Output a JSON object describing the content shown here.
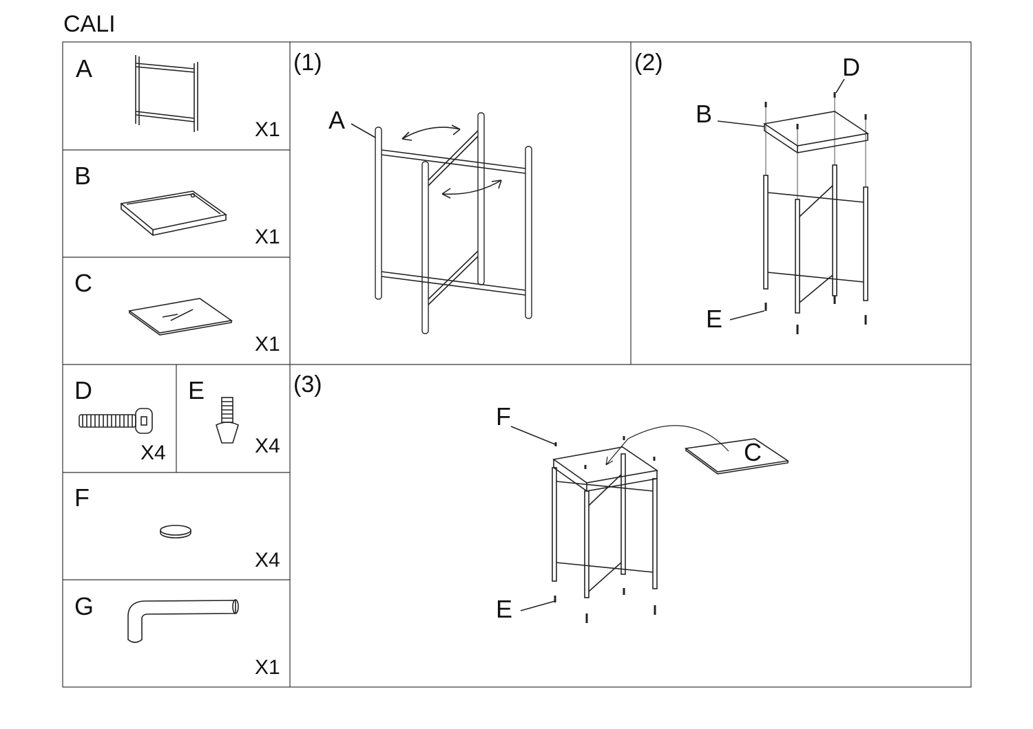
{
  "title": "CALI",
  "parts": [
    {
      "letter": "A",
      "qty": "X1"
    },
    {
      "letter": "B",
      "qty": "X1"
    },
    {
      "letter": "C",
      "qty": "X1"
    },
    {
      "letter": "D",
      "qty": "X4"
    },
    {
      "letter": "E",
      "qty": "X4"
    },
    {
      "letter": "F",
      "qty": "X4"
    },
    {
      "letter": "G",
      "qty": "X1"
    }
  ],
  "steps": [
    {
      "label": "(1)",
      "callouts": [
        "A"
      ]
    },
    {
      "label": "(2)",
      "callouts": [
        "B",
        "D",
        "E"
      ]
    },
    {
      "label": "(3)",
      "callouts": [
        "F",
        "C",
        "E"
      ]
    }
  ]
}
